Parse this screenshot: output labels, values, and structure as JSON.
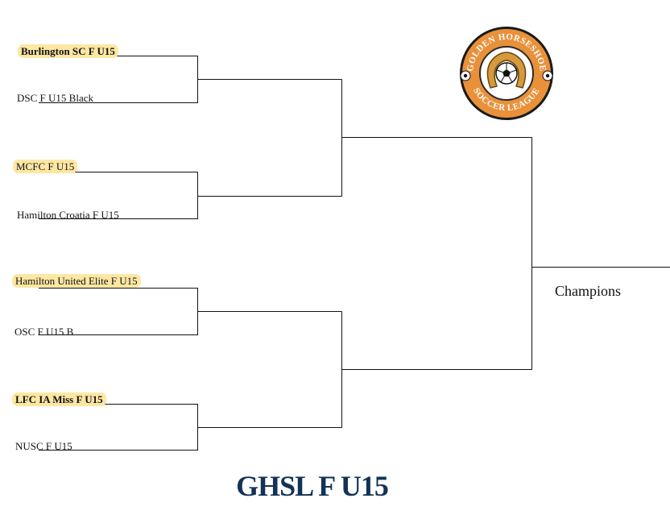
{
  "title": "GHSL F U15",
  "champions_label": "Champions",
  "logo": {
    "text_top": "GOLDEN HORSESHOE",
    "text_bottom": "SOCCER LEAGUE",
    "ring_color": "#e8913a",
    "ball_icon": "soccer-ball-icon"
  },
  "bracket": {
    "line_color": "#111111",
    "highlight_color": "#fde7a3",
    "quarterfinals": [
      {
        "top": "Burlington SC F U15",
        "bottom": "DSC F U15 Black"
      },
      {
        "top": "MCFC F U15",
        "bottom": "Hamilton Croatia F U15"
      },
      {
        "top": "Hamilton United Elite F U15",
        "bottom": "OSC F U15 B"
      },
      {
        "top": "LFC IA Miss F U15",
        "bottom": "NUSC F U15"
      }
    ]
  }
}
